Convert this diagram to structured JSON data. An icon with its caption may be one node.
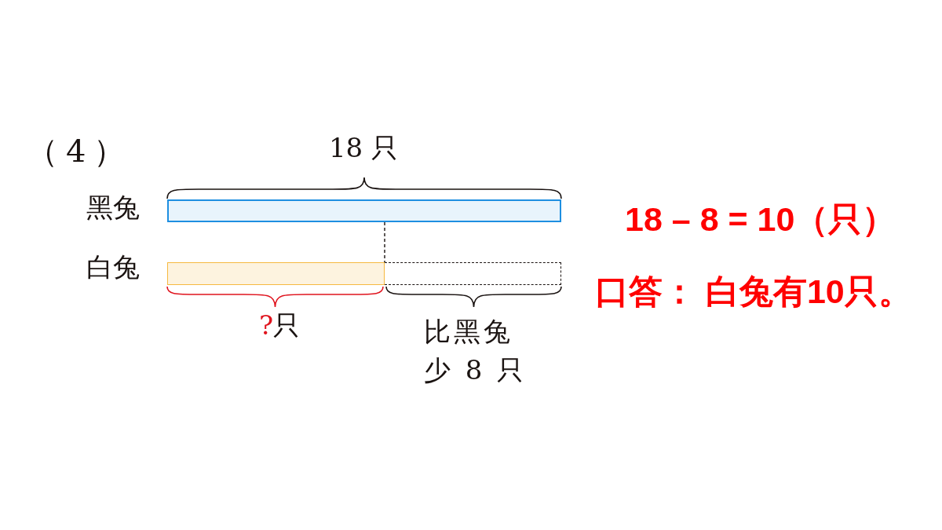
{
  "diagram": {
    "nodes": [
      {
        "text": [],
        "shape": "bar",
        "beside": [
          "黑兔",
          "18 只"
        ]
      },
      {
        "text": [],
        "shape": "bar",
        "beside": [
          "白兔",
          "?只"
        ]
      },
      {
        "text": [],
        "shape": "box",
        "beside": [
          "比黑兔少 8 只"
        ]
      }
    ],
    "edges": [
      {
        "from": 0,
        "to": 2,
        "arrow": "none",
        "style": "dashed"
      }
    ],
    "labels": [
      "（4）",
      "18 – 8 = 10（只）",
      "口答： 白兔有10只。"
    ]
  }
}
